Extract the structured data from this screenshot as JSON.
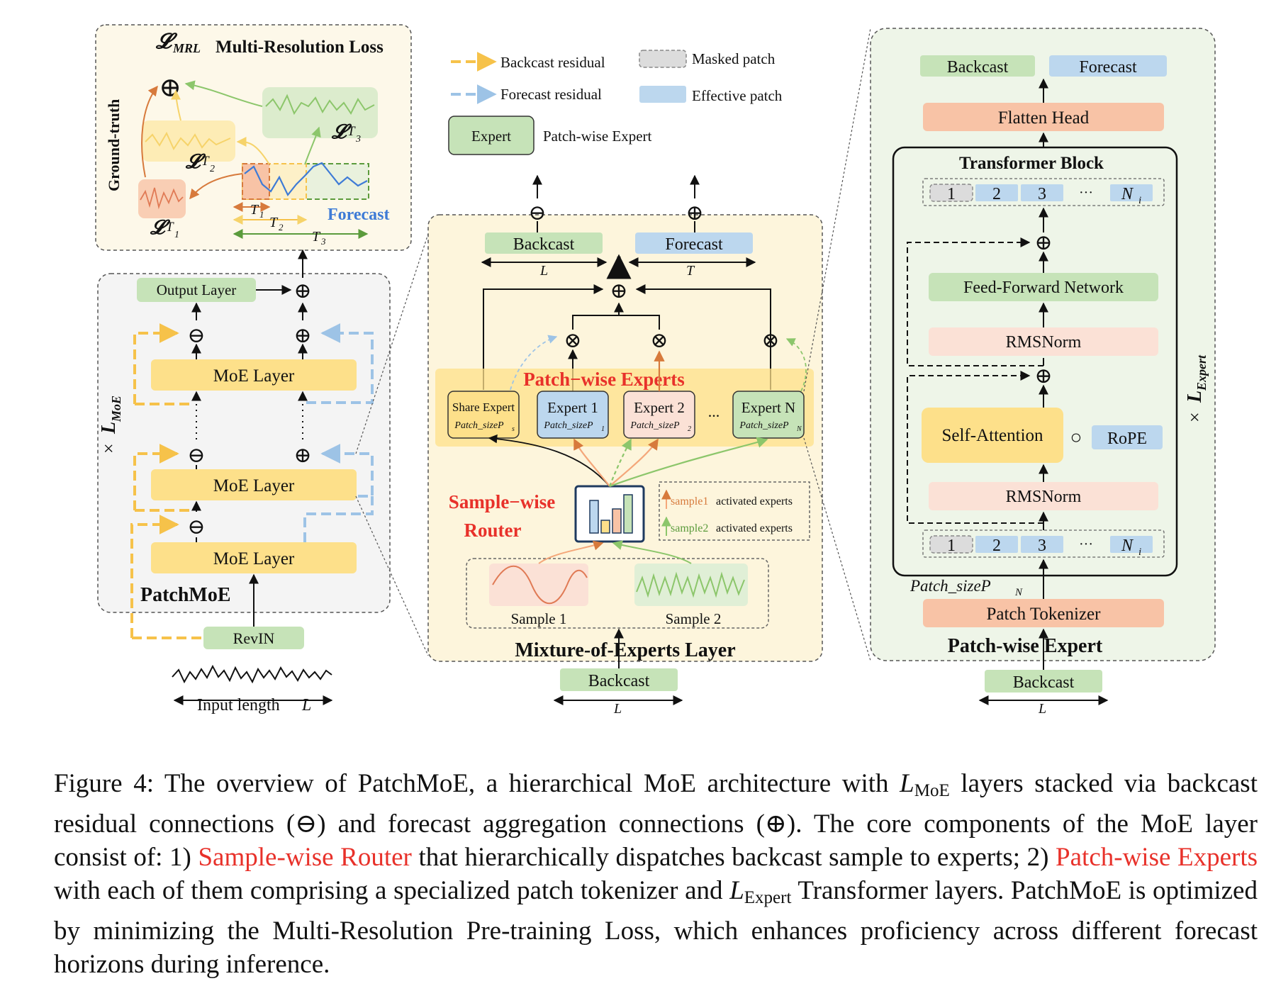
{
  "figure": {
    "legend": {
      "backcast_residual": "Backcast residual",
      "forecast_residual": "Forecast residual",
      "masked_patch": "Masked patch",
      "effective_patch": "Effective patch",
      "expert_box": "Expert",
      "patch_wise_expert": "Patch-wise Expert"
    },
    "loss_panel": {
      "mrl_symbol": "𝓛",
      "mrl_sub": "MRL",
      "title": "Multi-Resolution Loss",
      "ground_truth": "Ground-truth",
      "loss_symbol": "𝓛",
      "t1": "T",
      "t1_sub": "1",
      "t2": "T",
      "t2_sub": "2",
      "t3": "T",
      "t3_sub": "3",
      "forecast": "Forecast"
    },
    "stack_panel": {
      "output_layer": "Output Layer",
      "moe_layer_1": "MoE Layer",
      "moe_layer_2": "MoE Layer",
      "moe_layer_3": "MoE Layer",
      "times": "×",
      "l_moe": "L",
      "l_moe_sub": "MoE",
      "name": "PatchMoE",
      "revin": "RevIN",
      "input_length": "Input length",
      "input_length_var": "L"
    },
    "moe_panel": {
      "backcast_out": "Backcast",
      "forecast_out": "Forecast",
      "dim_L": "L",
      "dim_T": "T",
      "patch_experts_title": "Patch−wise Experts",
      "share_expert": "Share Expert",
      "share_patch": "Patch_sizeP",
      "share_patch_sub": "s",
      "expert1": "Expert 1",
      "expert1_patch": "Patch_sizeP",
      "expert1_patch_sub": "1",
      "expert2": "Expert 2",
      "expert2_patch": "Patch_sizeP",
      "expert2_patch_sub": "2",
      "ellipsis": "...",
      "expertN": "Expert N",
      "expertN_patch": "Patch_sizeP",
      "expertN_patch_sub": "N",
      "router_line1": "Sample−wise",
      "router_line2": "Router",
      "sample1_legend": "sample1",
      "sample2_legend": "sample2",
      "activated_experts": "activated experts",
      "sample1": "Sample 1",
      "sample2": "Sample 2",
      "name": "Mixture-of-Experts Layer",
      "backcast_in": "Backcast",
      "dim_L_in": "L"
    },
    "expert_panel": {
      "backcast": "Backcast",
      "forecast": "Forecast",
      "flatten_head": "Flatten Head",
      "transformer_block": "Transformer Block",
      "patch_1": "1",
      "patch_2": "2",
      "patch_3": "3",
      "patch_dots": "···",
      "patch_n": "N",
      "patch_n_sub": "i",
      "ffn": "Feed-Forward Network",
      "rmsnorm_1": "RMSNorm",
      "self_attention": "Self-Attention",
      "rope": "RoPE",
      "rmsnorm_2": "RMSNorm",
      "patch_size_label": "Patch_sizeP",
      "patch_size_sub": "N",
      "patch_tokenizer": "Patch Tokenizer",
      "name": "Patch-wise Expert",
      "times": "×",
      "l_expert": "L",
      "l_expert_sub": "Expert",
      "backcast_in": "Backcast",
      "dim_L_in": "L"
    },
    "symbols": {
      "plus": "⊕",
      "minus": "⊖",
      "times": "⊗",
      "rope_sym": "○"
    }
  },
  "caption": {
    "p1": "Figure 4: The overview of PatchMoE, a hierarchical MoE architecture with ",
    "l1": "L",
    "l1_sub": "MoE",
    "p2": " layers stacked via backcast residual connections (⊖) and forecast aggregation connections (⊕). The core components of the MoE layer consist of: 1) ",
    "hl1": "Sample-wise Router",
    "p3": " that hierarchically dispatches backcast sample to experts; 2) ",
    "hl2": "Patch-wise Experts",
    "p4": " with each of them comprising a specialized patch tokenizer and ",
    "l2": "L",
    "l2_sub": "Expert",
    "p5": " Transformer layers. PatchMoE is optimized by minimizing the Multi-Resolution Pre-training Loss, which enhances proficiency across different forecast horizons during inference."
  },
  "colors": {
    "green_box": "#c6e3b8",
    "blue_box": "#bcd7ee",
    "yellow_box": "#fde08a",
    "salmon_box": "#f8c3a6",
    "pink_box": "#fbe1d6",
    "panel_cream": "#fdf8e9",
    "panel_yellow": "#fdf5dc",
    "panel_green": "#eef5e8",
    "panel_gray": "#f4f4f4",
    "orange_dash": "#f6c24a",
    "blue_dash": "#9dc3e6",
    "accent_red": "#e8312a"
  }
}
